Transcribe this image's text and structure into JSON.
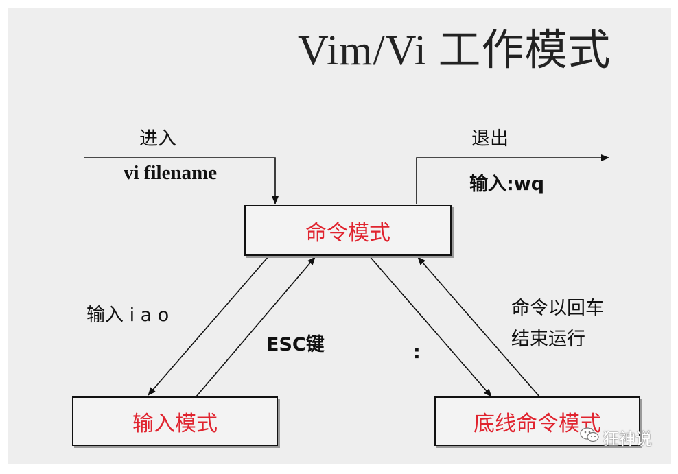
{
  "title": "Vim/Vi 工作模式",
  "enter": {
    "label": "进入",
    "command": "vi filename"
  },
  "exit": {
    "label": "退出",
    "command": "输入:wq"
  },
  "modes": {
    "command": "命令模式",
    "insert": "输入模式",
    "lastline": "底线命令模式"
  },
  "transitions": {
    "to_insert": "输入 i a o",
    "esc": "ESC键",
    "colon": ":",
    "run_done_line1": "命令以回车",
    "run_done_line2": "结束运行"
  },
  "watermark": "狂神说",
  "colors": {
    "mode_text": "#e0242f",
    "background": "#eeeeee"
  }
}
